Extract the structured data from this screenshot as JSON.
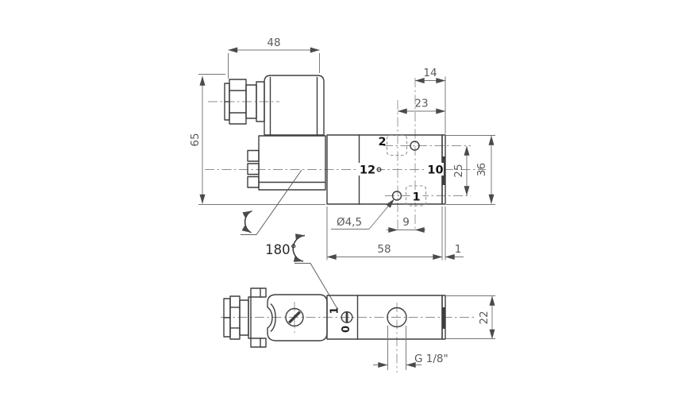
{
  "drawing": {
    "dims": {
      "d48": "48",
      "d65": "65",
      "d14": "14",
      "d23": "23",
      "d25": "25",
      "d36": "36",
      "d9": "9",
      "d58": "58",
      "d1": "1",
      "d22": "22",
      "hole_dia": "Ø4,5",
      "thread": "G 1/8\"",
      "rotation": "180°"
    },
    "ports": {
      "p2": "2",
      "p12": "12",
      "p10": "10",
      "p1": "1"
    },
    "override": {
      "on": "1",
      "off": "0"
    },
    "colors": {
      "outline": "#3e3e3e",
      "dimension": "#757575",
      "centerline": "#8e8e8e",
      "label": "#141414",
      "background": "#ffffff"
    }
  }
}
